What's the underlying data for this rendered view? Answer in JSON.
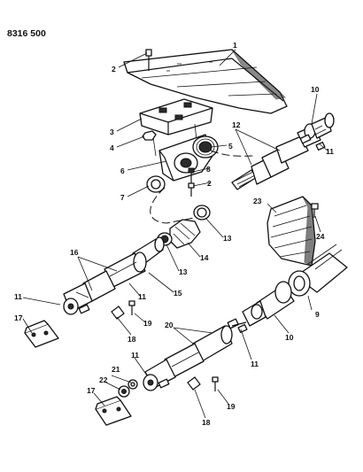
{
  "diagram_code": "8316 500",
  "callouts": {
    "c1": "1",
    "c2a": "2",
    "c2b": "2",
    "c3": "3",
    "c4": "4",
    "c5": "5",
    "c6": "6",
    "c7": "7",
    "c8": "8",
    "c9": "9",
    "c10a": "10",
    "c10b": "10",
    "c11a": "11",
    "c11b": "11",
    "c11c": "11",
    "c11d": "11",
    "c11e": "11",
    "c12": "12",
    "c13a": "13",
    "c13b": "13",
    "c14": "14",
    "c15": "15",
    "c16": "16",
    "c17a": "17",
    "c17b": "17",
    "c18a": "18",
    "c18b": "18",
    "c19a": "19",
    "c19b": "19",
    "c20": "20",
    "c21": "21",
    "c22": "22",
    "c23": "23",
    "c24": "24"
  }
}
